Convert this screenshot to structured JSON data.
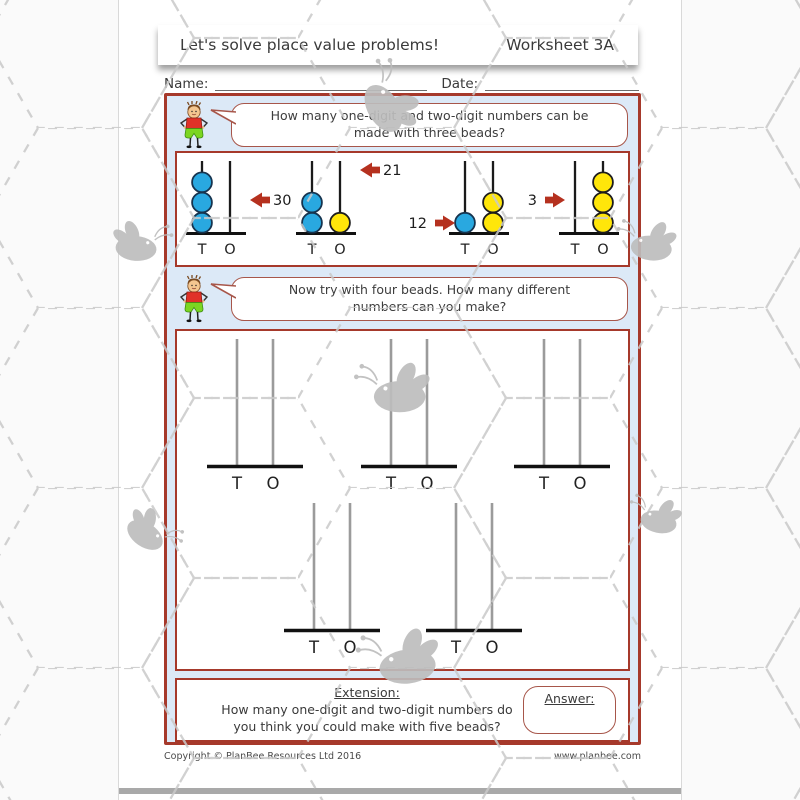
{
  "header": {
    "title": "Let's solve place value problems!",
    "worksheet_label": "Worksheet 3A"
  },
  "fields": {
    "name_label": "Name:",
    "date_label": "Date:"
  },
  "prompts": {
    "first": "How many one-digit and two-digit numbers can be made with three beads?",
    "second": "Now try with four beads. How many different numbers can you make?"
  },
  "place_value": {
    "tens_label": "T",
    "ones_label": "O"
  },
  "examples": [
    {
      "number": "30",
      "tens_beads": 3,
      "ones_beads": 0,
      "arrow_dir": "left",
      "annotation_side": "right",
      "annotation_v": "middle"
    },
    {
      "number": "21",
      "tens_beads": 2,
      "ones_beads": 1,
      "arrow_dir": "left",
      "annotation_side": "right",
      "annotation_v": "top"
    },
    {
      "number": "12",
      "tens_beads": 1,
      "ones_beads": 2,
      "arrow_dir": "right",
      "annotation_side": "left",
      "annotation_v": "low"
    },
    {
      "number": "3",
      "tens_beads": 0,
      "ones_beads": 3,
      "arrow_dir": "right",
      "annotation_side": "left",
      "annotation_v": "middle"
    }
  ],
  "practice_frames": {
    "row_counts": [
      3,
      2
    ]
  },
  "extension": {
    "heading": "Extension:",
    "question": "How many one-digit and two-digit numbers do you think you could make with five beads?",
    "answer_label": "Answer:"
  },
  "footer": {
    "copyright": "Copyright © PlanBee Resources Ltd 2016",
    "website": "www.planbee.com"
  },
  "colors": {
    "border_red": "#A6392B",
    "panel_blue": "#DCE9F7",
    "bubble_border": "#A7564A",
    "arrow_red": "#B5311F",
    "bead_blue": "#29A8E0",
    "bead_yellow": "#FFE60A",
    "rod_gray": "#9B9B9B",
    "bee_gray": "#BDBDBD",
    "hex_gray": "#C9C9C9"
  }
}
